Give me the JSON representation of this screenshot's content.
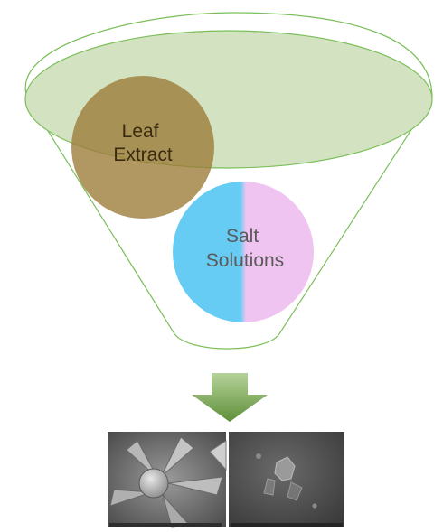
{
  "leaf_extract": {
    "line1": "Leaf",
    "line2": "Extract",
    "fill_color": "#9b7a36",
    "text_color": "#3a2a10"
  },
  "salt_solutions": {
    "line1": "Salt",
    "line2": "Solutions",
    "left_color": "#66ccf4",
    "right_color": "#f0c4f0",
    "text_color": "#5a5a5a"
  },
  "funnel": {
    "outline_color": "#7bbf5a",
    "rim_fill": "#d3e3c2"
  },
  "arrow": {
    "color": "#6d9b46",
    "direction": "down"
  },
  "sem_images": [
    {
      "subject": "flower-like nanoparticle cluster"
    },
    {
      "subject": "nanoparticle aggregate"
    }
  ]
}
